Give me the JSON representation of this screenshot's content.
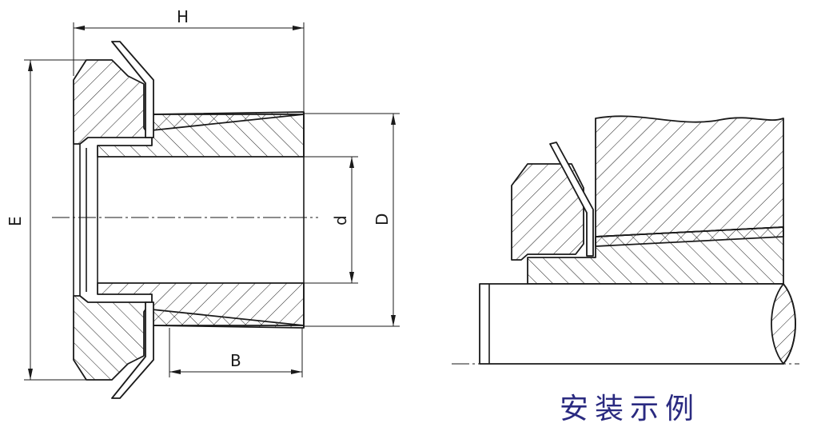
{
  "labels": {
    "H": "H",
    "E": "E",
    "d": "d",
    "D": "D",
    "B": "B"
  },
  "caption": "安装示例",
  "colors": {
    "caption": "#2a2a80",
    "lines": "#1a1a1a"
  }
}
